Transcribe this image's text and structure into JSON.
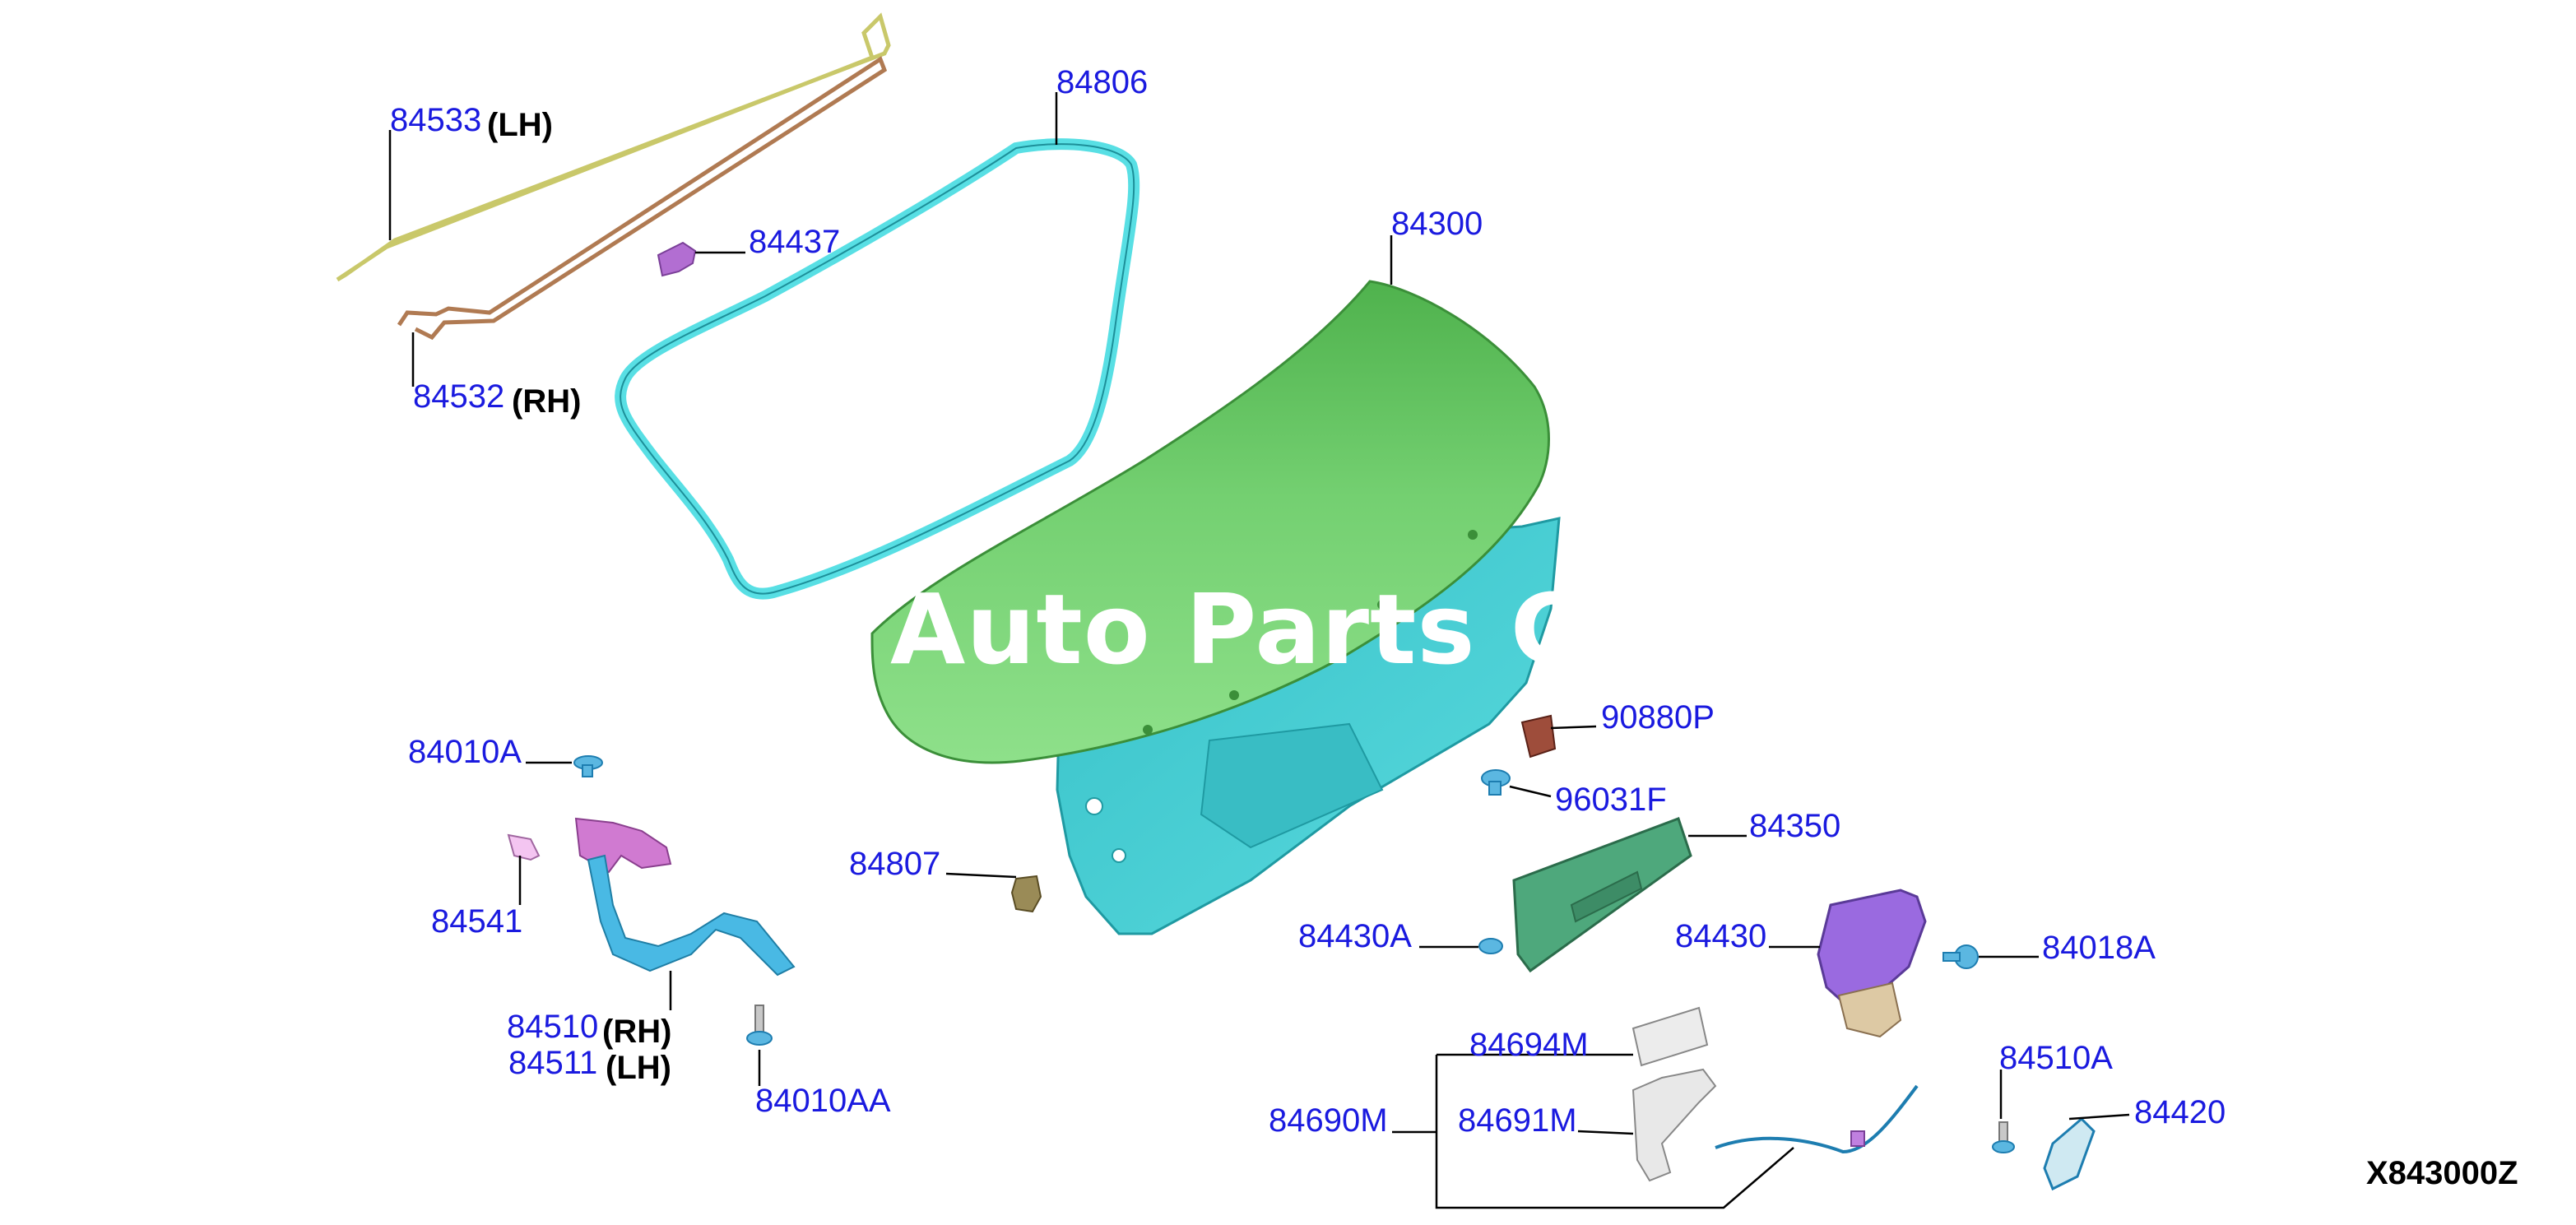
{
  "diagram_code": "X843000Z",
  "watermark": "Auto Parts Cata",
  "colors": {
    "label": "#1a1adf",
    "leader": "#000000",
    "trunk_lid": "#6cc96a",
    "inner_panel": "#44cdd4",
    "weatherstrip": "#58dfe4",
    "bracket": "#c07ecb",
    "latch": "#9a6ae0",
    "garnish": "#4ea87c"
  },
  "callouts": [
    {
      "id": "84533",
      "side": "(LH)"
    },
    {
      "id": "84806",
      "side": ""
    },
    {
      "id": "84437",
      "side": ""
    },
    {
      "id": "84300",
      "side": ""
    },
    {
      "id": "84532",
      "side": "(RH)"
    },
    {
      "id": "84010A",
      "side": ""
    },
    {
      "id": "84541",
      "side": ""
    },
    {
      "id": "84510",
      "side": "(RH)"
    },
    {
      "id": "84511",
      "side": "(LH)"
    },
    {
      "id": "84010AA",
      "side": ""
    },
    {
      "id": "84807",
      "side": ""
    },
    {
      "id": "90880P",
      "side": ""
    },
    {
      "id": "96031F",
      "side": ""
    },
    {
      "id": "84350",
      "side": ""
    },
    {
      "id": "84430A",
      "side": ""
    },
    {
      "id": "84430",
      "side": ""
    },
    {
      "id": "84018A",
      "side": ""
    },
    {
      "id": "84694M",
      "side": ""
    },
    {
      "id": "84510A",
      "side": ""
    },
    {
      "id": "84420",
      "side": ""
    },
    {
      "id": "84690M",
      "side": ""
    },
    {
      "id": "84691M",
      "side": ""
    }
  ]
}
